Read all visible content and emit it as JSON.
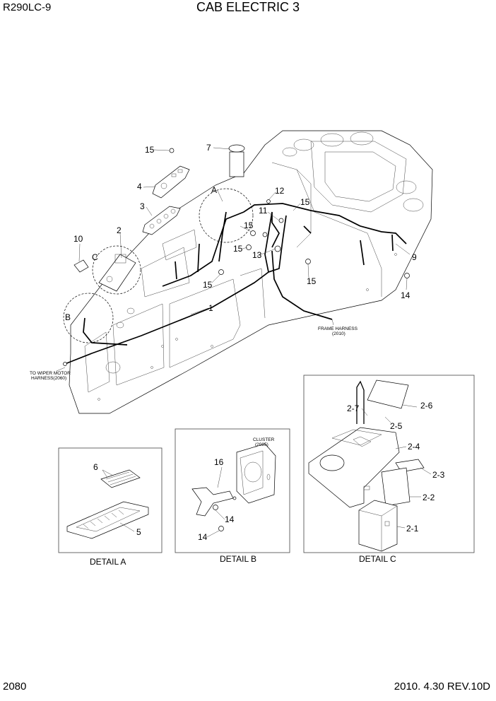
{
  "header": {
    "model": "R290LC-9",
    "title": "CAB ELECTRIC 3"
  },
  "footer": {
    "page_number": "2080",
    "revision": "2010. 4.30  REV.10D"
  },
  "main_labels": {
    "p1": "1",
    "p2": "2",
    "p3": "3",
    "p4": "4",
    "p7": "7",
    "p9": "9",
    "p10": "10",
    "p11": "11",
    "p12": "12",
    "p13": "13",
    "p14": "14",
    "p15_top": "15",
    "p15_a": "15",
    "p15_b": "15",
    "p15_c": "15",
    "p15_d": "15",
    "p15_e": "15",
    "detail_ref_a": "A",
    "detail_ref_b": "B",
    "detail_ref_c": "C"
  },
  "notes": {
    "frame_harness_1": "FRAME HARNESS",
    "frame_harness_2": "(2010)",
    "wiper_1": "TO WIPER MOTOR",
    "wiper_2": "HARNESS(2060)",
    "cluster_1": "CLUSTER",
    "cluster_2": "(2085)"
  },
  "detail_a": {
    "caption": "DETAIL A",
    "labels": {
      "p5": "5",
      "p6": "6"
    }
  },
  "detail_b": {
    "caption": "DETAIL B",
    "labels": {
      "p14_a": "14",
      "p14_b": "14",
      "p16": "16"
    }
  },
  "detail_c": {
    "caption": "DETAIL C",
    "labels": {
      "p2_1": "2-1",
      "p2_2": "2-2",
      "p2_3": "2-3",
      "p2_4": "2-4",
      "p2_5": "2-5",
      "p2_6": "2-6",
      "p2_7": "2-7"
    }
  }
}
